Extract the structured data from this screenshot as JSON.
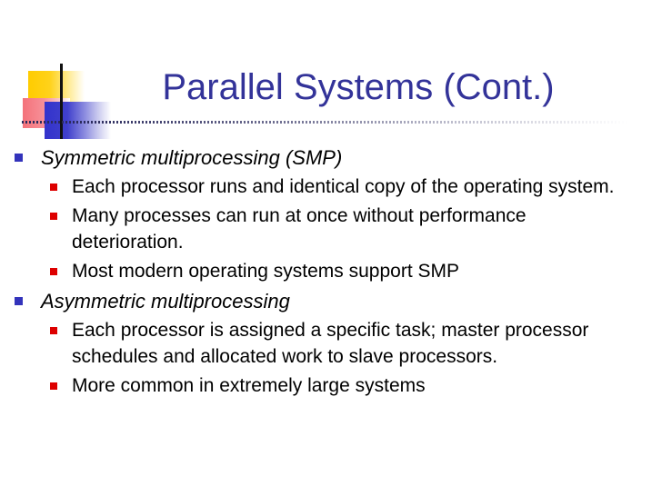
{
  "slide": {
    "title": "Parallel Systems (Cont.)",
    "title_color": "#333399",
    "background_color": "#FFFFFF",
    "body_text_color": "#000000",
    "level1_bullet_color": "#3333BB",
    "level2_bullet_color": "#DD0000",
    "decoration": {
      "yellow_color": "#FFCC00",
      "red_color": "#F4727A",
      "blue_color": "#3333CC",
      "line_color": "#2B2B5E"
    },
    "bullets": [
      {
        "level": 1,
        "text": "Symmetric multiprocessing (SMP)",
        "children": [
          {
            "level": 2,
            "text": "Each processor runs and identical copy of the operating system."
          },
          {
            "level": 2,
            "text": "Many processes can run at once without performance deterioration."
          },
          {
            "level": 2,
            "text": "Most modern operating systems support SMP"
          }
        ]
      },
      {
        "level": 1,
        "text": "Asymmetric multiprocessing",
        "children": [
          {
            "level": 2,
            "text": "Each processor is assigned a specific task; master processor schedules and allocated work to slave processors."
          },
          {
            "level": 2,
            "text": "More common in extremely large systems"
          }
        ]
      }
    ]
  }
}
